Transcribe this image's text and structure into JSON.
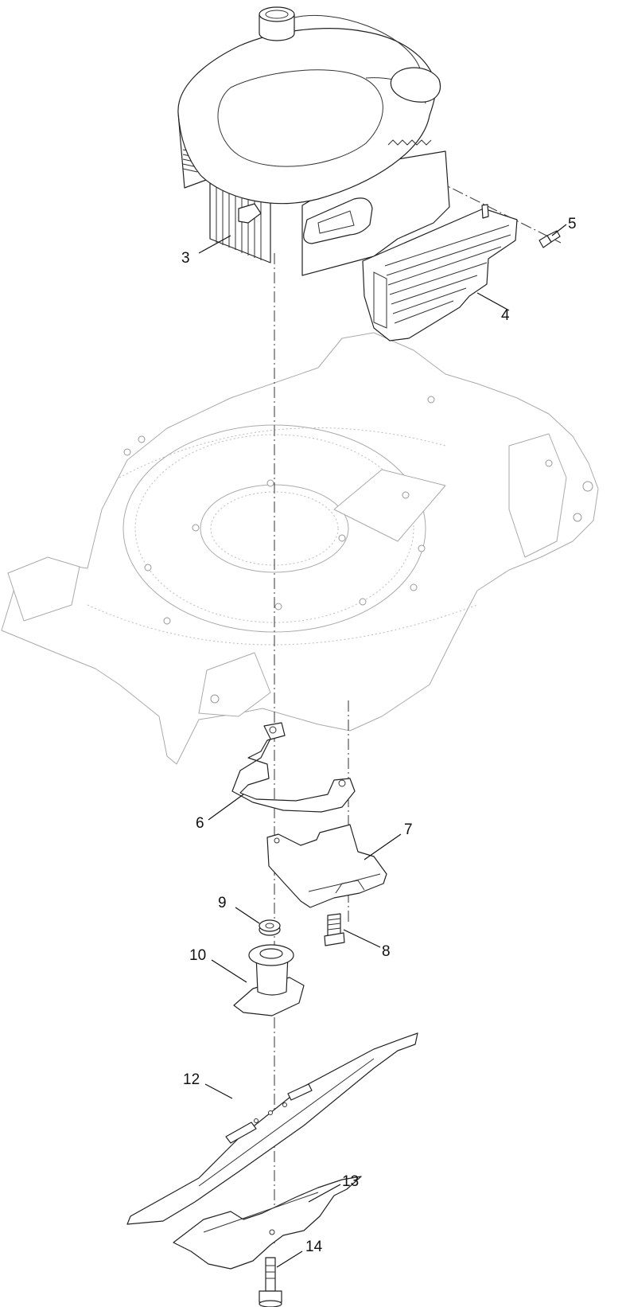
{
  "callouts": [
    {
      "id": "3",
      "text": "3"
    },
    {
      "id": "4",
      "text": "4"
    },
    {
      "id": "5",
      "text": "5"
    },
    {
      "id": "6",
      "text": "6"
    },
    {
      "id": "7",
      "text": "7"
    },
    {
      "id": "8",
      "text": "8"
    },
    {
      "id": "9",
      "text": "9"
    },
    {
      "id": "10",
      "text": "10"
    },
    {
      "id": "12",
      "text": "12"
    },
    {
      "id": "13",
      "text": "13"
    },
    {
      "id": "14",
      "text": "14"
    }
  ],
  "parts": {
    "engine": {
      "callout": "3",
      "icon": "engine-icon"
    },
    "muffler_guard": {
      "callout": "4",
      "icon": "muffler-guard-icon"
    },
    "guard_screw": {
      "callout": "5",
      "icon": "screw-icon"
    },
    "deck": {
      "icon": "mower-deck-icon"
    },
    "bracket": {
      "callout": "6",
      "icon": "bracket-icon"
    },
    "baffle": {
      "callout": "7",
      "icon": "baffle-icon"
    },
    "bolt": {
      "callout": "8",
      "icon": "bolt-icon"
    },
    "key": {
      "callout": "9",
      "icon": "key-icon"
    },
    "adapter": {
      "callout": "10",
      "icon": "blade-adapter-icon"
    },
    "blade": {
      "callout": "12",
      "icon": "blade-icon"
    },
    "sail": {
      "callout": "13",
      "icon": "sail-icon"
    },
    "blade_bolt": {
      "callout": "14",
      "icon": "blade-bolt-icon"
    }
  }
}
